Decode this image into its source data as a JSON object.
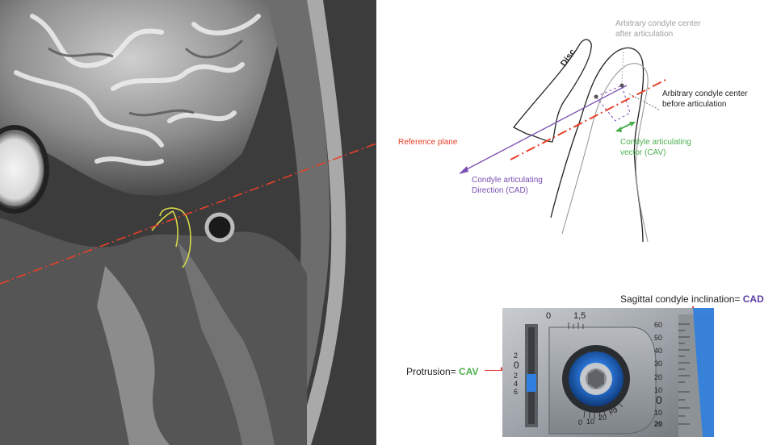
{
  "diagram": {
    "labels": {
      "disc": "Disc",
      "after_line1": "Arbitrary condyle center",
      "after_line2": "after articulation",
      "before_line1": "Arbitrary condyle center",
      "before_line2": "before articulation",
      "reference_plane": "Reference plane",
      "cav_line1": "Condyle articulating",
      "cav_line2": "vector (CAV)",
      "cad_line1": "Condyle articulating",
      "cad_line2": "Direction (CAD)"
    },
    "colors": {
      "reference_plane": "#e8402a",
      "cad": "#7b4fb3",
      "cav": "#4caf50",
      "after_text": "#a0a0a0",
      "text": "#222222"
    }
  },
  "device": {
    "top_caption_prefix": "Sagittal condyle inclination= ",
    "top_caption_value": "CAD",
    "left_caption_prefix": "Protrusion= ",
    "left_caption_value": "CAV",
    "left_scale": [
      "2",
      "0",
      "2",
      "4",
      "6"
    ],
    "top_scale": [
      "0",
      "1,5"
    ],
    "right_scale": [
      "60",
      "50",
      "40",
      "30",
      "20",
      "10",
      "0",
      "10",
      "20"
    ],
    "dial_scale": [
      "0",
      "10",
      "20",
      "30"
    ],
    "colors": {
      "cad": "#5b3ea6",
      "cav": "#4caf50",
      "arrow": "#e53935"
    }
  }
}
